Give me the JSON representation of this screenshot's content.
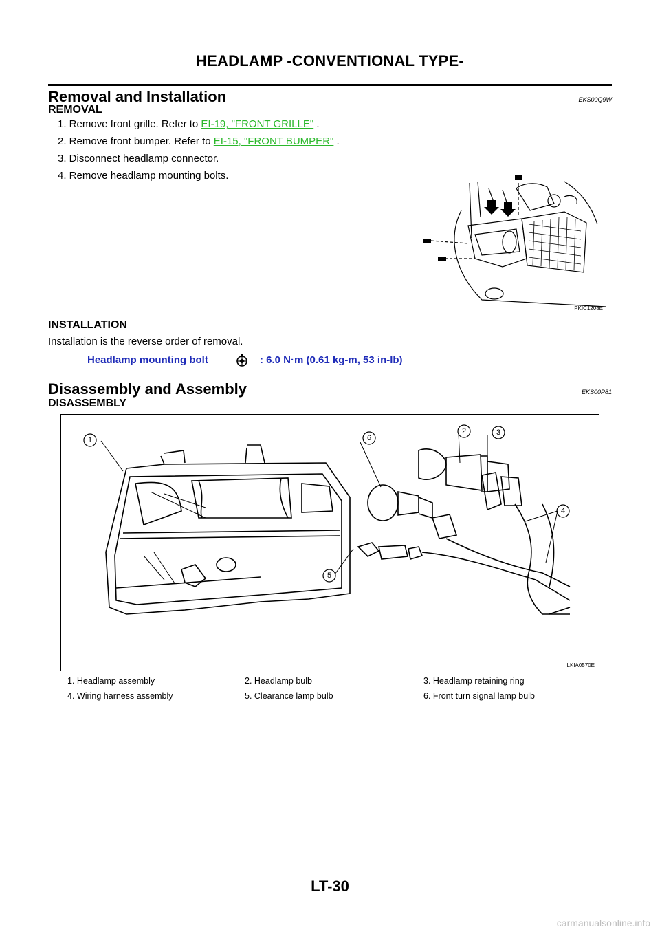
{
  "header": {
    "title": "HEADLAMP -CONVENTIONAL TYPE-"
  },
  "removal_installation": {
    "title": "Removal and Installation",
    "code": "EKS00Q9W",
    "removal": {
      "heading": "REMOVAL",
      "steps": [
        {
          "text": "1. Remove front grille. Refer to ",
          "link": "EI-19, \"FRONT GRILLE\"",
          "suffix": " ."
        },
        {
          "text": "2. Remove front bumper. Refer to ",
          "link": "EI-15, \"FRONT BUMPER\"",
          "suffix": " ."
        },
        {
          "text": "3. Disconnect headlamp connector."
        },
        {
          "text": "4. Remove headlamp mounting bolts."
        }
      ],
      "figure_code": "PKIC1208E"
    },
    "installation": {
      "heading": "INSTALLATION",
      "text": "Installation is the reverse order of removal.",
      "spec_label": "Headlamp mounting bolt",
      "spec_value": ": 6.0 N·m (0.61 kg-m, 53 in-lb)",
      "torque_icon": "torque-wrench-icon"
    }
  },
  "disassembly_assembly": {
    "title": "Disassembly and Assembly",
    "code": "EKS00P81",
    "disassembly": {
      "heading": "DISASSEMBLY",
      "figure_code": "LKIA0570E",
      "callouts": [
        "1",
        "2",
        "3",
        "4",
        "5",
        "6"
      ],
      "legend": [
        "1.   Headlamp assembly",
        "2.   Headlamp bulb",
        "3.   Headlamp retaining ring",
        "4.   Wiring harness assembly",
        "5.   Clearance lamp bulb",
        "6.   Front turn signal lamp bulb"
      ]
    }
  },
  "footer": {
    "page": "LT-30",
    "brand": "carmanualsonline.info"
  },
  "colors": {
    "link": "#2bb82b",
    "spec": "#1e2bb8",
    "brand": "#bdbdbd"
  }
}
